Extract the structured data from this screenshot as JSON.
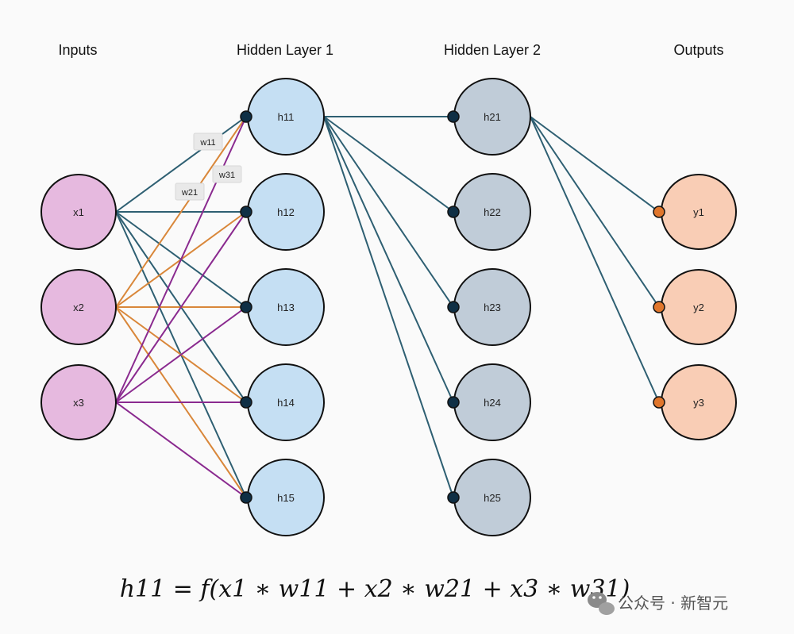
{
  "titles": {
    "inputs": "Inputs",
    "hidden1": "Hidden Layer 1",
    "hidden2": "Hidden Layer 2",
    "outputs": "Outputs"
  },
  "nodes": {
    "inputs": [
      "x1",
      "x2",
      "x3"
    ],
    "hidden1": [
      "h11",
      "h12",
      "h13",
      "h14",
      "h15"
    ],
    "hidden2": [
      "h21",
      "h22",
      "h23",
      "h24",
      "h25"
    ],
    "outputs": [
      "y1",
      "y2",
      "y3"
    ]
  },
  "weight_labels": [
    "w11",
    "w21",
    "w31"
  ],
  "formula": "h11 = f(x1 ∗ w11 + x2 ∗ w21 + x3 ∗ w31)",
  "watermark": "公众号 · 新智元",
  "colors": {
    "input_fill": "#e6b9df",
    "hidden1_fill": "#c5dff3",
    "hidden2_fill": "#c0ccd8",
    "output_fill": "#f9cdb5",
    "x1_edges": "#2e5f72",
    "x2_edges": "#d9873a",
    "x3_edges": "#8a2a8f",
    "h11_edges": "#2e5f72",
    "hidden_connector": "#0f2f45",
    "output_connector": "#e0762c"
  },
  "connections": {
    "inputs_to_hidden1": "all",
    "hidden1_to_hidden2": "h11 only",
    "hidden2_to_outputs": "h21 only"
  }
}
